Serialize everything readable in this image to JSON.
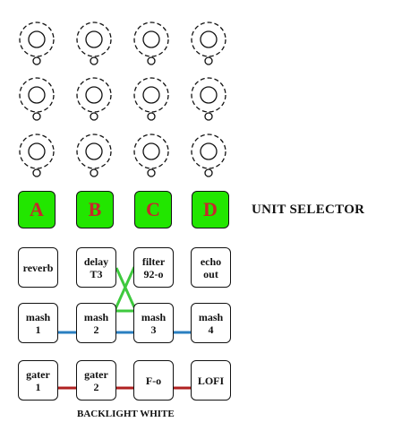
{
  "units": [
    {
      "label": "A"
    },
    {
      "label": "B"
    },
    {
      "label": "C"
    },
    {
      "label": "D"
    }
  ],
  "unit_selector_label": "UNIT SELECTOR",
  "buttons": [
    {
      "line1": "reverb",
      "line2": ""
    },
    {
      "line1": "delay",
      "line2": "T3"
    },
    {
      "line1": "filter",
      "line2": "92-o"
    },
    {
      "line1": "echo",
      "line2": "out"
    },
    {
      "line1": "mash",
      "line2": "1"
    },
    {
      "line1": "mash",
      "line2": "2"
    },
    {
      "line1": "mash",
      "line2": "3"
    },
    {
      "line1": "mash",
      "line2": "4"
    },
    {
      "line1": "gater",
      "line2": "1"
    },
    {
      "line1": "gater",
      "line2": "2"
    },
    {
      "line1": "F-o",
      "line2": ""
    },
    {
      "line1": "LOFI",
      "line2": ""
    }
  ],
  "footer_label": "BACKLIGHT WHITE",
  "colors": {
    "unit_fill": "#22e600",
    "unit_text": "#c8262b",
    "link_green": "#3ec93e",
    "link_blue": "#2a7fc0",
    "link_red": "#b02020"
  }
}
